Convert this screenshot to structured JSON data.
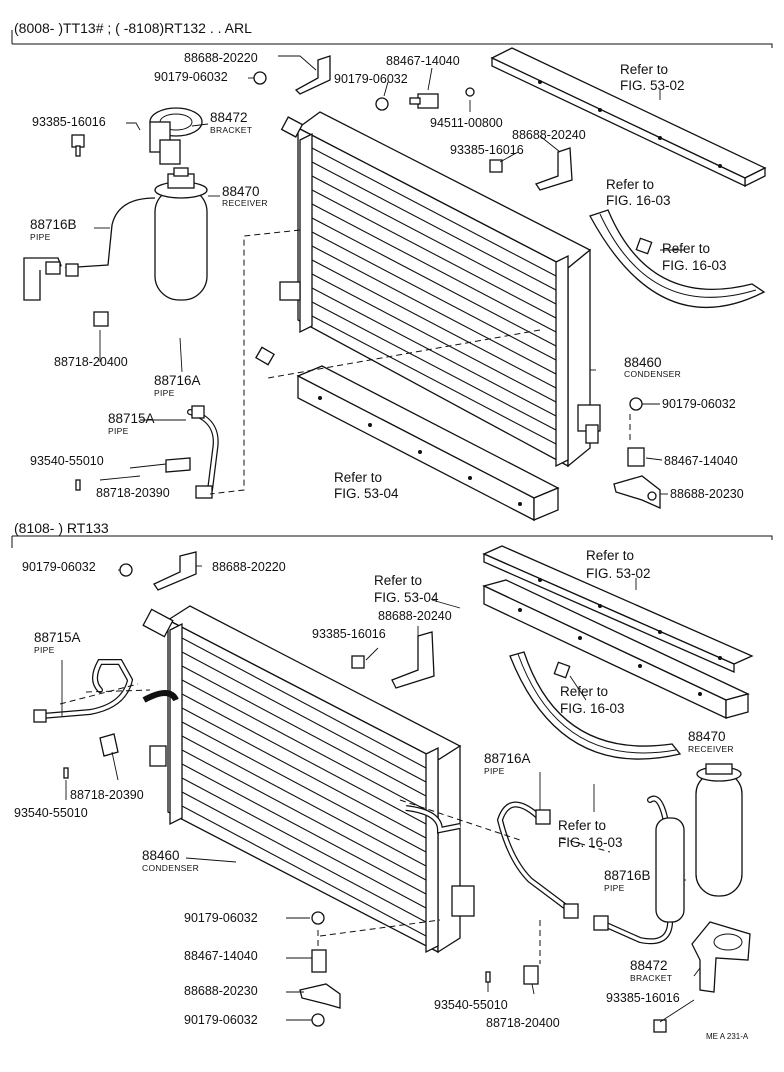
{
  "top_section": {
    "header": "(8008-        )TT13# ; (       -8108)RT132 . . ARL",
    "parts": {
      "p_88688_20220": "88688-20220",
      "p_90179_06032_a": "90179-06032",
      "p_88472": "88472",
      "p_88472_sub": "BRACKET",
      "p_93385_16016_a": "93385-16016",
      "p_88467_14040_a": "88467-14040",
      "p_90179_06032_b": "90179-06032",
      "p_94511_00800": "94511-00800",
      "p_88688_20240": "88688-20240",
      "p_93385_16016_b": "93385-16016",
      "p_88470": "88470",
      "p_88470_sub": "RECEIVER",
      "p_88716b": "88716B",
      "p_88716b_sub": "PIPE",
      "p_88718_20400": "88718-20400",
      "p_88716a": "88716A",
      "p_88716a_sub": "PIPE",
      "p_88715a": "88715A",
      "p_88715a_sub": "PIPE",
      "p_93540_55010": "93540-55010",
      "p_88718_20390": "88718-20390",
      "p_88460": "88460",
      "p_88460_sub": "CONDENSER",
      "p_90179_06032_c": "90179-06032",
      "p_88467_14040_b": "88467-14040",
      "p_88688_20230": "88688-20230"
    },
    "refs": {
      "r_53_02_a": "Refer to",
      "r_53_02_b": "FIG. 53-02",
      "r_16_03_1a": "Refer to",
      "r_16_03_1b": "FIG. 16-03",
      "r_16_03_2a": "Refer to",
      "r_16_03_2b": "FIG. 16-03",
      "r_53_04_a": "Refer to",
      "r_53_04_b": "FIG. 53-04"
    }
  },
  "bottom_section": {
    "header": "(8108-        ) RT133",
    "parts": {
      "p_90179_06032_a": "90179-06032",
      "p_88688_20220": "88688-20220",
      "p_88715a": "88715A",
      "p_88715a_sub": "PIPE",
      "p_93385_16016_a": "93385-16016",
      "p_88688_20240": "88688-20240",
      "p_88718_20390": "88718-20390",
      "p_93540_55010_a": "93540-55010",
      "p_88460": "88460",
      "p_88460_sub": "CONDENSER",
      "p_90179_06032_b": "90179-06032",
      "p_88467_14040": "88467-14040",
      "p_88688_20230": "88688-20230",
      "p_90179_06032_c": "90179-06032",
      "p_88716a": "88716A",
      "p_88716a_sub": "PIPE",
      "p_88470": "88470",
      "p_88470_sub": "RECEIVER",
      "p_88716b": "88716B",
      "p_88716b_sub": "PIPE",
      "p_88472": "88472",
      "p_88472_sub": "BRACKET",
      "p_93385_16016_b": "93385-16016",
      "p_93540_55010_b": "93540-55010",
      "p_88718_20400": "88718-20400"
    },
    "refs": {
      "r_53_02_a": "Refer to",
      "r_53_02_b": "FIG. 53-02",
      "r_53_04_a": "Refer to",
      "r_53_04_b": "FIG. 53-04",
      "r_16_03_1a": "Refer to",
      "r_16_03_1b": "FIG. 16-03",
      "r_16_03_2a": "Refer to",
      "r_16_03_2b": "FIG. 16-03"
    }
  },
  "footer_code": "ME A 231-A"
}
